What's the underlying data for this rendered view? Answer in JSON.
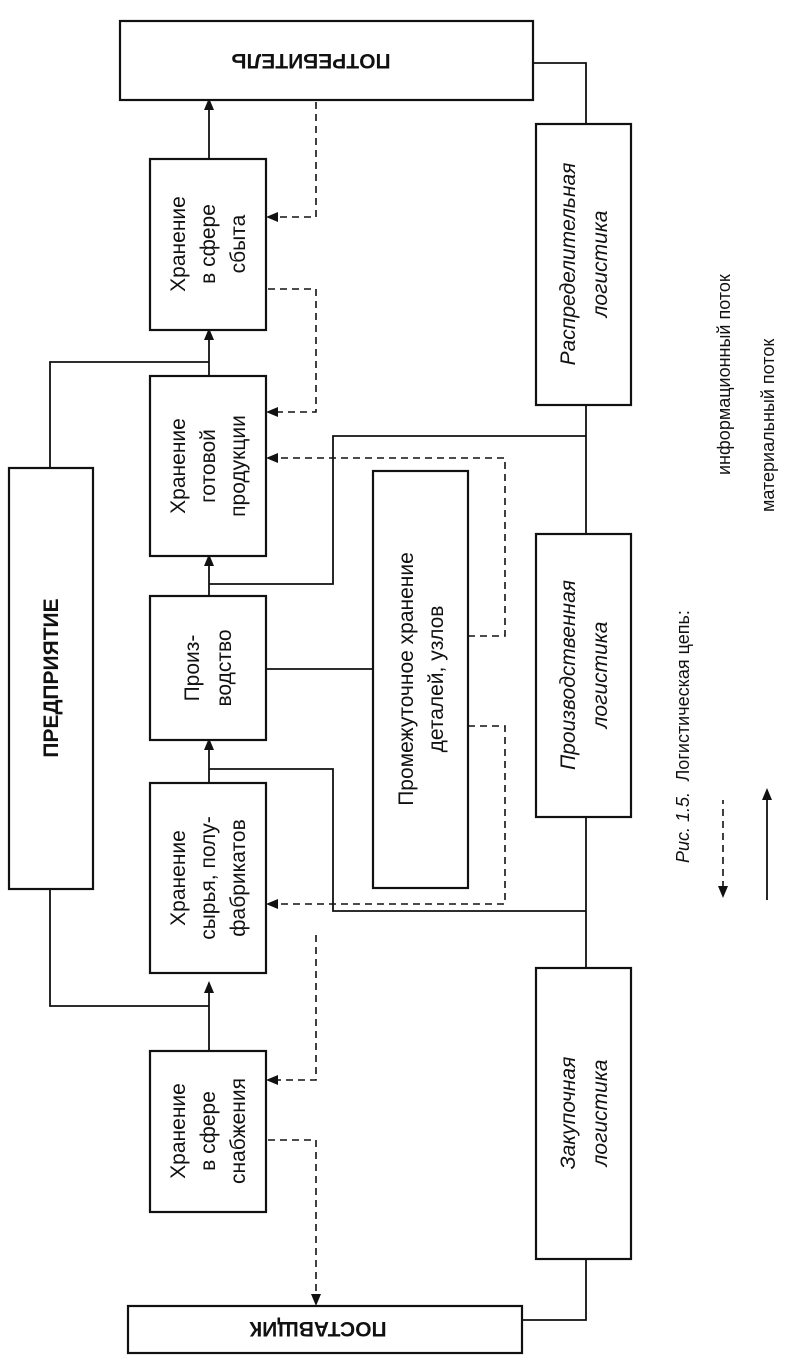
{
  "nodes": {
    "consumer": "ПОТРЕБИТЕЛЬ",
    "supplier": "ПОСТАВЩИК",
    "enterprise": "ПРЕДПРИЯТИЕ",
    "storage_sales": [
      "Хранение",
      "в сфере",
      "сбыта"
    ],
    "storage_finished": [
      "Хранение",
      "готовой",
      "продукции"
    ],
    "production": [
      "Произ-",
      "водство"
    ],
    "storage_raw": [
      "Хранение",
      "сырья, полу-",
      "фабрикатов"
    ],
    "storage_supply": [
      "Хранение",
      "в сфере",
      "снабжения"
    ],
    "intermediate": [
      "Промежуточное хранение",
      "деталей, узлов"
    ],
    "distribution_logistics": [
      "Распределительная",
      "логистика"
    ],
    "production_logistics": [
      "Производственная",
      "логистика"
    ],
    "purchasing_logistics": [
      "Закупочная",
      "логистика"
    ]
  },
  "caption": {
    "prefix": "Рис. 1.5.",
    "title": "Логистическая цепь:",
    "info_flow": "информационный поток",
    "material_flow": "материальный поток"
  }
}
